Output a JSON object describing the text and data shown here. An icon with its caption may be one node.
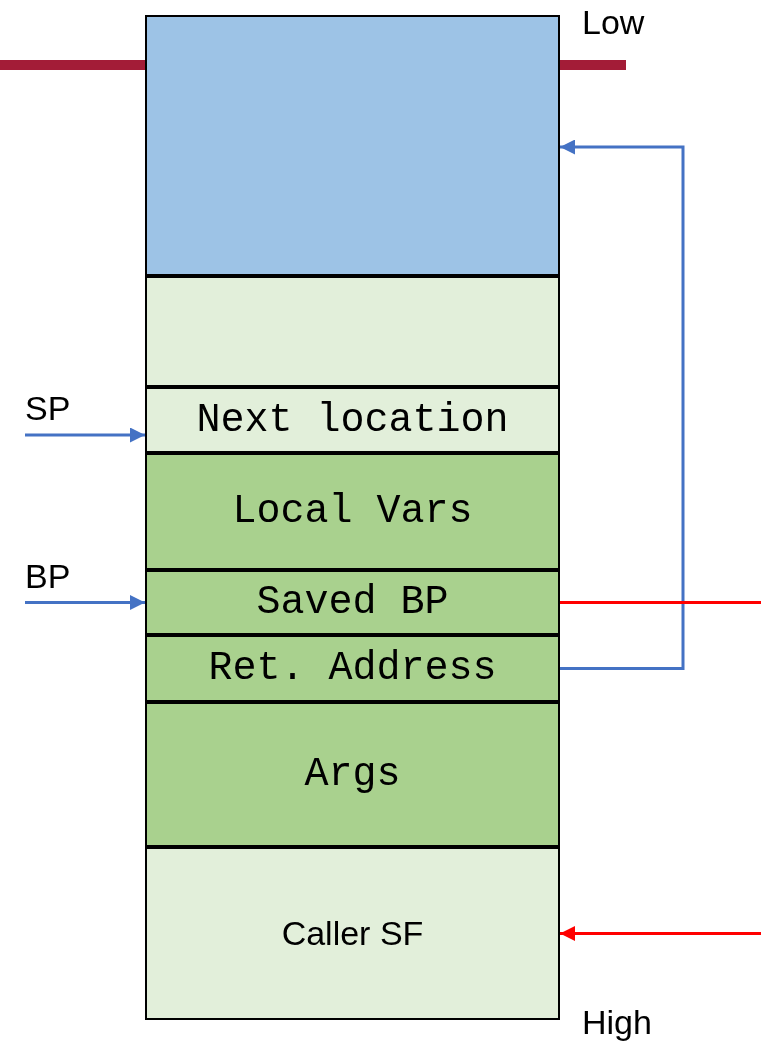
{
  "diagram": {
    "nodes": [
      {
        "text": [],
        "shape": "box",
        "beside": [
          "Low"
        ]
      },
      {
        "text": [],
        "shape": "box"
      },
      {
        "text": [
          "Next location"
        ]
      },
      {
        "text": [
          "Local Vars"
        ]
      },
      {
        "text": [
          "Saved BP"
        ]
      },
      {
        "text": [
          "Ret. Address"
        ]
      },
      {
        "text": [
          "Args"
        ]
      },
      {
        "text": [
          "Caller SF"
        ],
        "beside": [
          "High"
        ]
      }
    ],
    "edges": [
      {
        "from": null,
        "to": 2,
        "arrow": "to",
        "label": "SP"
      },
      {
        "from": null,
        "to": 4,
        "arrow": "to",
        "label": "BP"
      },
      {
        "from": 5,
        "to": 0,
        "arrow": "to"
      },
      {
        "from": 4,
        "to": null,
        "arrow": "none",
        "color": "#ff0000"
      },
      {
        "from": null,
        "to": 7,
        "arrow": "to",
        "color": "#ff0000"
      }
    ]
  }
}
